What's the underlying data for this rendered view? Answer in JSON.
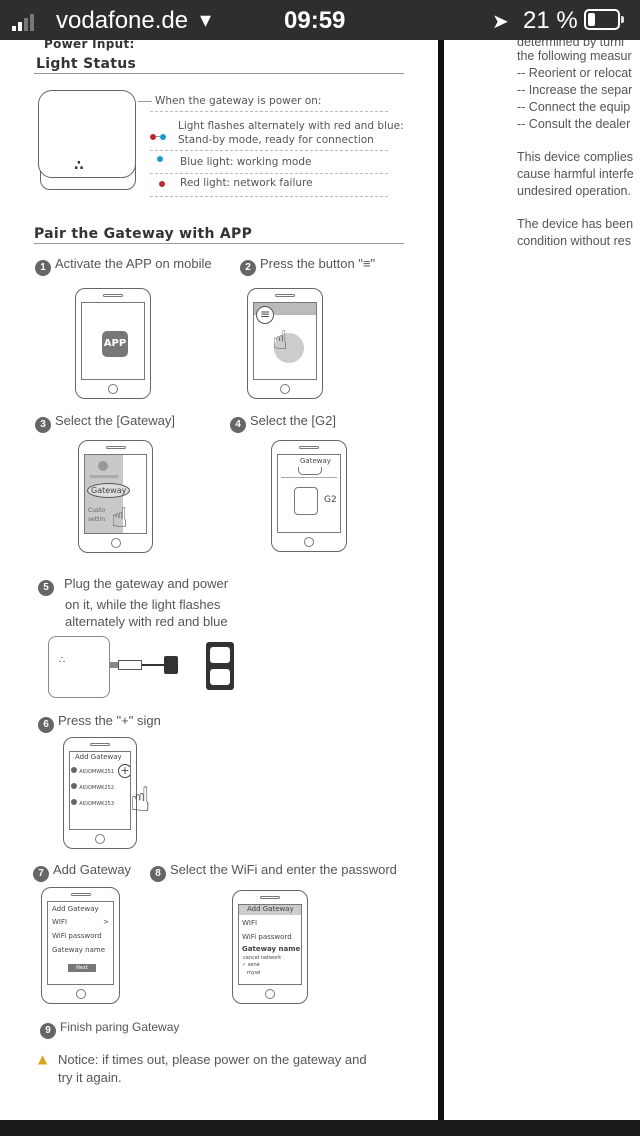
{
  "status_bar": {
    "carrier": "vodafone.de",
    "time": "09:59",
    "battery": "21 %",
    "icons": [
      "signal-icon",
      "wifi-icon",
      "location-icon",
      "battery-icon"
    ]
  },
  "left_page": {
    "cut_heading": "Power Input:",
    "light_status": {
      "title": "Light Status",
      "intro": "When the gateway is power on:",
      "items": [
        {
          "text1": "Light flashes alternately with red and blue:",
          "text2": "Stand-by mode, ready for connection",
          "colors": [
            "#c0272d",
            "#1a9ad6"
          ]
        },
        {
          "text1": "Blue light: working mode",
          "colors": [
            "#1a9ad6"
          ]
        },
        {
          "text1": "Red light: network failure",
          "colors": [
            "#c0272d"
          ]
        }
      ]
    },
    "pair": {
      "title": "Pair the Gateway with APP",
      "steps": [
        {
          "n": "1",
          "label": "Activate the APP on mobile"
        },
        {
          "n": "2",
          "label": "Press the button \"≡\""
        },
        {
          "n": "3",
          "label": "Select the [Gateway]"
        },
        {
          "n": "4",
          "label": "Select the [G2]"
        },
        {
          "n": "5",
          "label": "Plug the gateway and power",
          "label2": "on it, while the light flashes",
          "label3": "alternately with red and blue"
        },
        {
          "n": "6",
          "label": "Press the \"+\" sign"
        },
        {
          "n": "7",
          "label": "Add Gateway"
        },
        {
          "n": "8",
          "label": "Select the WiFi and enter the password"
        },
        {
          "n": "9",
          "label": "Finish paring Gateway"
        }
      ]
    },
    "mockups": {
      "app": "APP",
      "gateway": "Gateway",
      "gateway_title": "Gateway",
      "g2": "G2",
      "add_gateway": "Add Gateway",
      "plus": "+",
      "devices": [
        "AIDOMWK251",
        "AIDOMWK252",
        "AIDOMWK253"
      ],
      "wifi": "WIFI",
      "wifi_password": "WiFi password",
      "gateway_name": "Gateway name",
      "next": "Next",
      "cancel": "cancel",
      "network": "network",
      "networks": [
        "sene",
        "mywi"
      ],
      "custom": "Custo",
      "settings": "settin"
    },
    "notice": {
      "line1": "Notice: if times out, please power on the gateway and",
      "line2": "try it again."
    }
  },
  "right_page": {
    "lines": [
      "determined by turni",
      "the following measur",
      "-- Reorient or relocat",
      "-- Increase the separ",
      "-- Connect the equip",
      "-- Consult the dealer",
      "This device complies",
      "cause harmful interfe",
      "undesired operation.",
      "The device has been",
      "condition without res"
    ]
  }
}
